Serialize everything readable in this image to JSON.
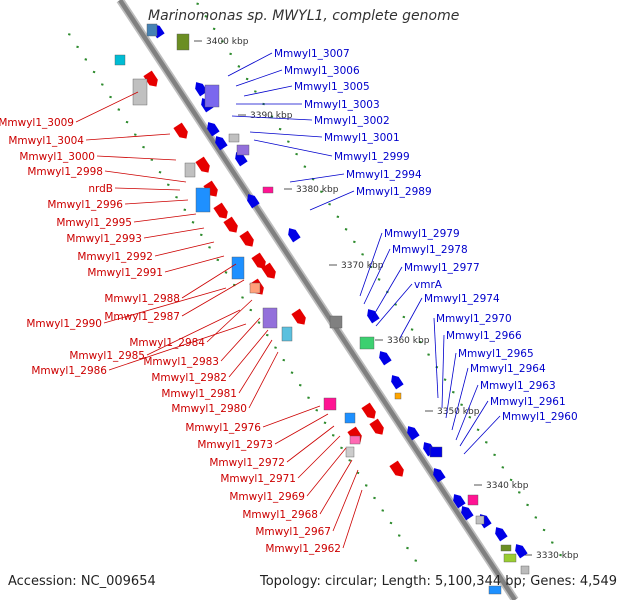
{
  "title": "Marinomonas sp. MWYL1, complete genome",
  "footer": {
    "accession": "Accession: NC_009654",
    "topology": "Topology: circular; Length: 5,100,344 bp; Genes: 4,549"
  },
  "colors": {
    "backbone": "#808080",
    "forward": "#e60000",
    "reverse": "#0000e6",
    "tick_dot": "#2e8b2e",
    "label_forward": "#cc0000",
    "label_reverse": "#0000cc"
  },
  "kbp_ticks": [
    "3400 kbp",
    "3390 kbp",
    "3380 kbp",
    "3370 kbp",
    "3360 kbp",
    "3350 kbp",
    "3340 kbp",
    "3330 kbp"
  ],
  "forward_labels": [
    "Mmwyl1_3009",
    "Mmwyl1_3004",
    "Mmwyl1_3000",
    "Mmwyl1_2998",
    "nrdB",
    "Mmwyl1_2996",
    "Mmwyl1_2995",
    "Mmwyl1_2993",
    "Mmwyl1_2992",
    "Mmwyl1_2991",
    "Mmwyl1_2988",
    "Mmwyl1_2987",
    "Mmwyl1_2990",
    "Mmwyl1_2984",
    "Mmwyl1_2985",
    "Mmwyl1_2983",
    "Mmwyl1_2986",
    "Mmwyl1_2982",
    "Mmwyl1_2981",
    "Mmwyl1_2980",
    "Mmwyl1_2976",
    "Mmwyl1_2973",
    "Mmwyl1_2972",
    "Mmwyl1_2971",
    "Mmwyl1_2969",
    "Mmwyl1_2968",
    "Mmwyl1_2967",
    "Mmwyl1_2962"
  ],
  "reverse_labels": [
    "Mmwyl1_3007",
    "Mmwyl1_3006",
    "Mmwyl1_3005",
    "Mmwyl1_3003",
    "Mmwyl1_3002",
    "Mmwyl1_3001",
    "Mmwyl1_2999",
    "Mmwyl1_2994",
    "Mmwyl1_2989",
    "Mmwyl1_2979",
    "Mmwyl1_2978",
    "Mmwyl1_2977",
    "vmrA",
    "Mmwyl1_2974",
    "Mmwyl1_2970",
    "Mmwyl1_2966",
    "Mmwyl1_2965",
    "Mmwyl1_2964",
    "Mmwyl1_2963",
    "Mmwyl1_2961",
    "Mmwyl1_2960"
  ]
}
